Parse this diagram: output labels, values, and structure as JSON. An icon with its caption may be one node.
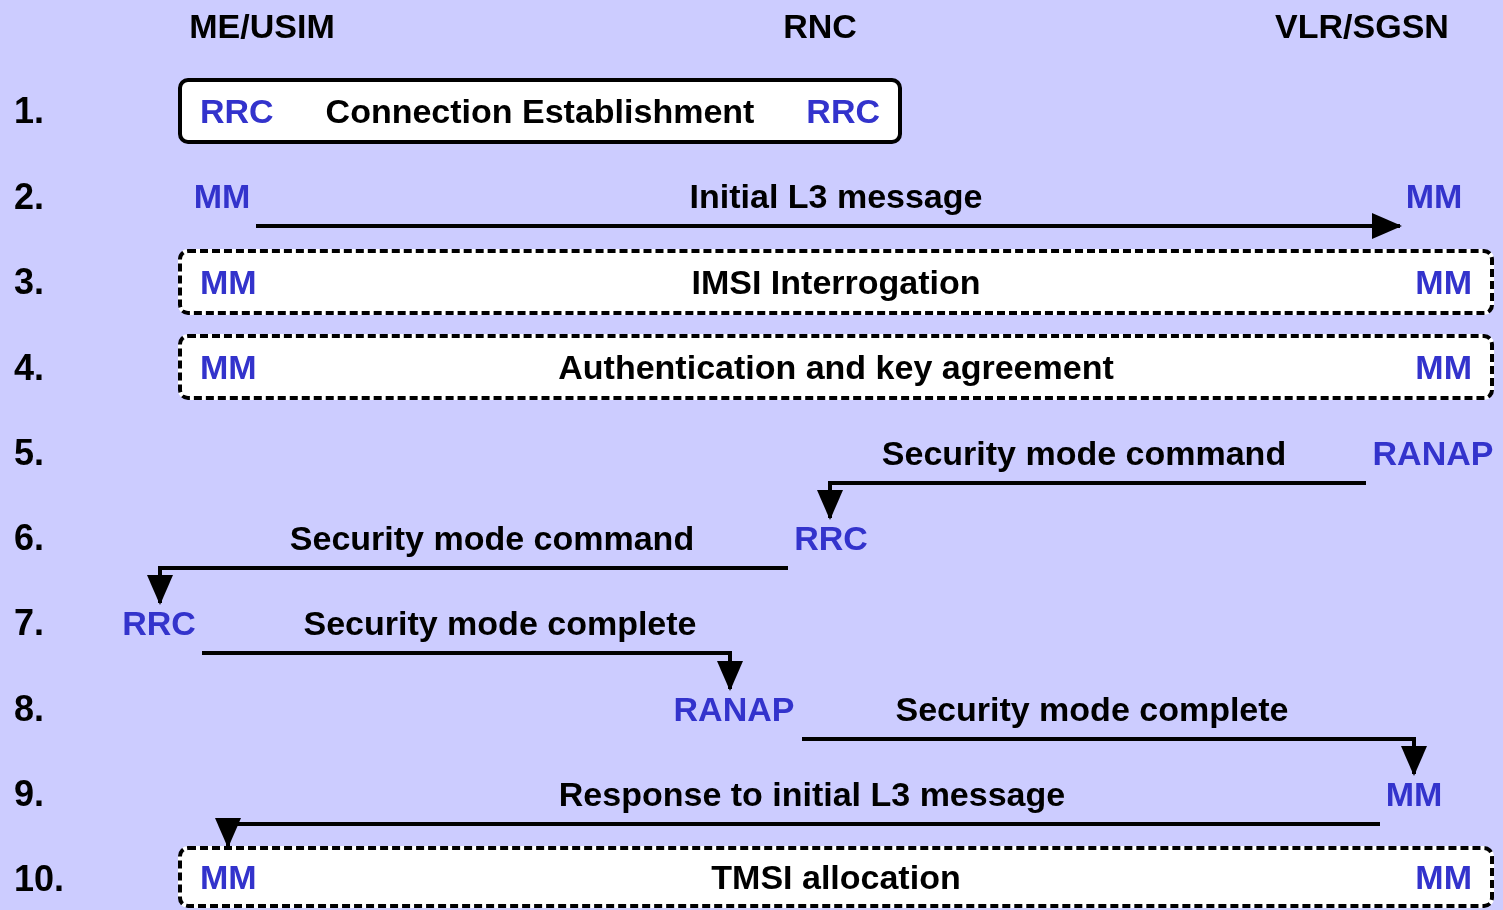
{
  "diagram": {
    "nodes": [
      {
        "text": [
          "RRC",
          "Connection Establishment",
          "RRC"
        ]
      },
      {
        "text": [
          "MM"
        ]
      },
      {
        "text": [
          "MM"
        ]
      },
      {
        "text": [
          "MM",
          "IMSI Interrogation",
          "MM"
        ]
      },
      {
        "text": [
          "MM",
          "Authentication and key agreement",
          "MM"
        ]
      },
      {
        "text": [
          "RANAP"
        ]
      },
      {
        "text": [
          "RRC"
        ]
      },
      {
        "text": [
          "RRC"
        ]
      },
      {
        "text": [
          "RANAP"
        ]
      },
      {
        "text": [
          "MM"
        ]
      },
      {
        "text": [
          "MM",
          "TMSI allocation",
          "MM"
        ]
      }
    ],
    "edges": [
      {
        "from": 1,
        "to": 2,
        "arrow": "to",
        "label": "Initial L3 message"
      },
      {
        "from": 5,
        "to": 6,
        "arrow": "to",
        "label": "Security mode command"
      },
      {
        "from": 6,
        "to": 7,
        "arrow": "to",
        "label": "Security mode command"
      },
      {
        "from": 7,
        "to": 8,
        "arrow": "to",
        "label": "Security mode complete"
      },
      {
        "from": 8,
        "to": 9,
        "arrow": "to",
        "label": "Security mode complete"
      },
      {
        "from": 9,
        "to": 10,
        "arrow": "to",
        "label": "Response to initial L3 message"
      }
    ],
    "labels": [
      "ME/USIM",
      "RNC",
      "VLR/SGSN",
      "1.",
      "2.",
      "3.",
      "4.",
      "5.",
      "6.",
      "7.",
      "8.",
      "9.",
      "10."
    ]
  }
}
